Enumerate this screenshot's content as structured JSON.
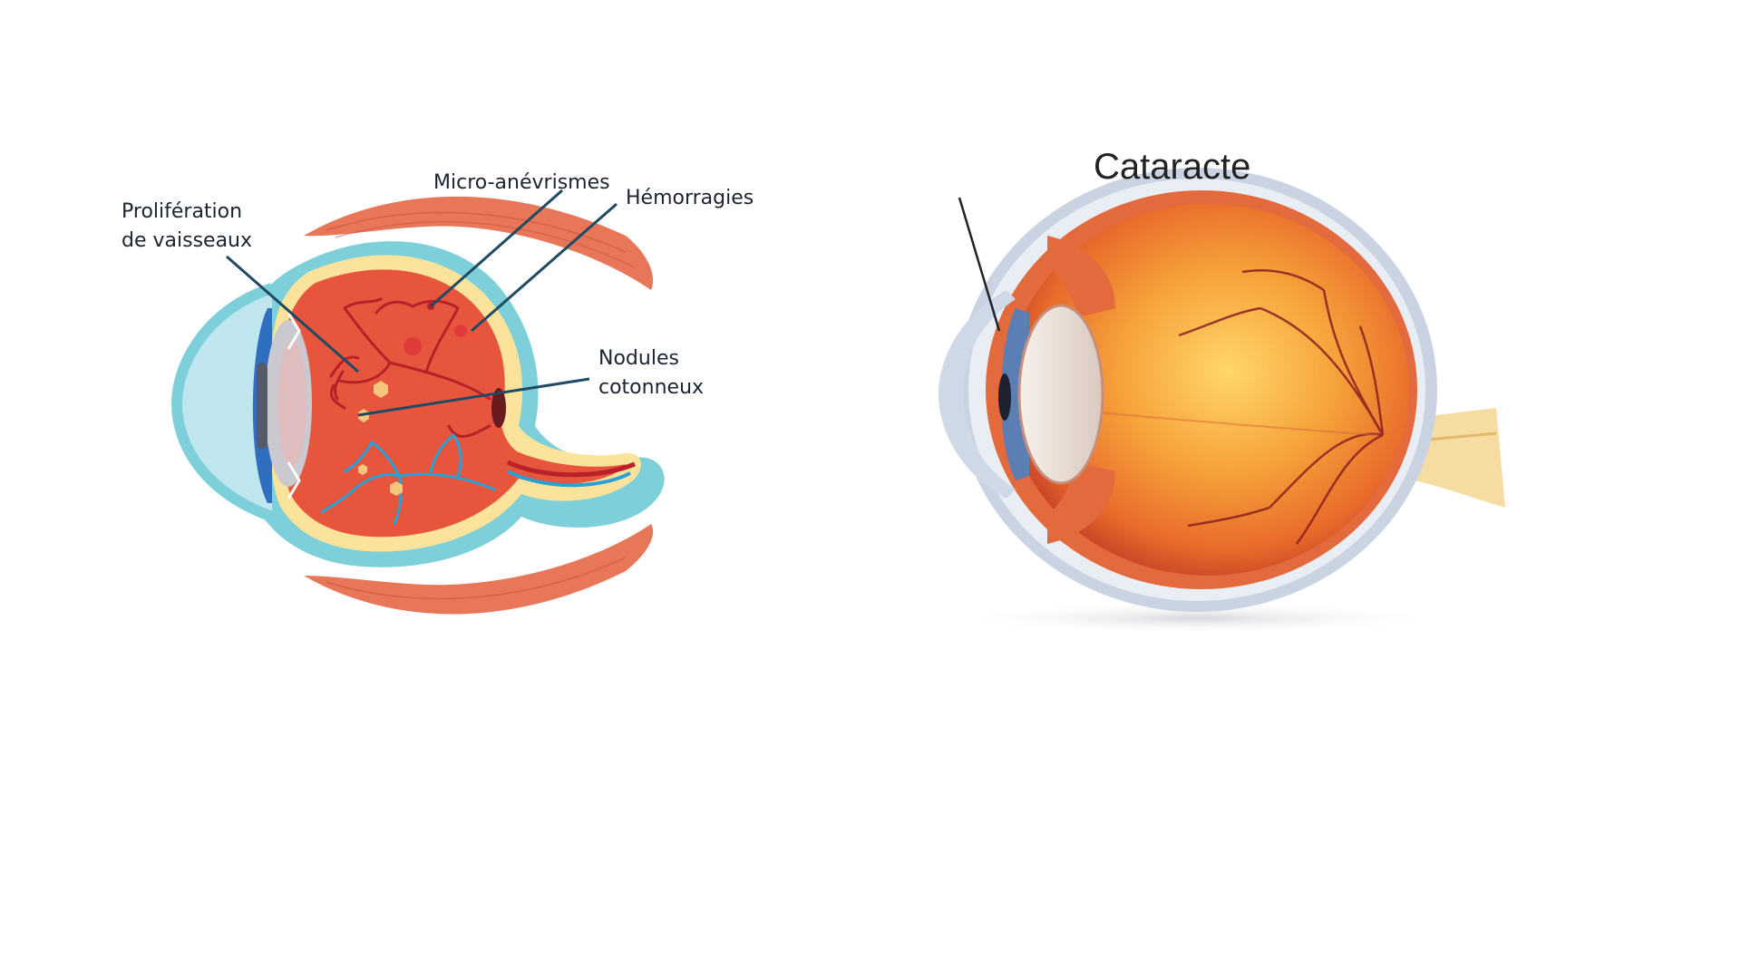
{
  "left_diagram": {
    "labels": {
      "proliferation_line1": "Prolifération",
      "proliferation_line2": "de vaisseaux",
      "microaneurysms": "Micro-anévrismes",
      "hemorrhages": "Hémorragies",
      "cotton_line1": "Nodules",
      "cotton_line2": "cotonneux"
    }
  },
  "right_diagram": {
    "labels": {
      "cataract": "Cataracte"
    }
  },
  "colors": {
    "muscle": "#e8775a",
    "sclera_outline": "#6fc8d3",
    "retina_layer": "#fbe39c",
    "eye_interior": "#e8553d",
    "vessel_red": "#b8202a",
    "vessel_blue": "#2aa0d8",
    "cornea_blue": "#2f6fc0",
    "leader_line": "#1f4a63"
  }
}
